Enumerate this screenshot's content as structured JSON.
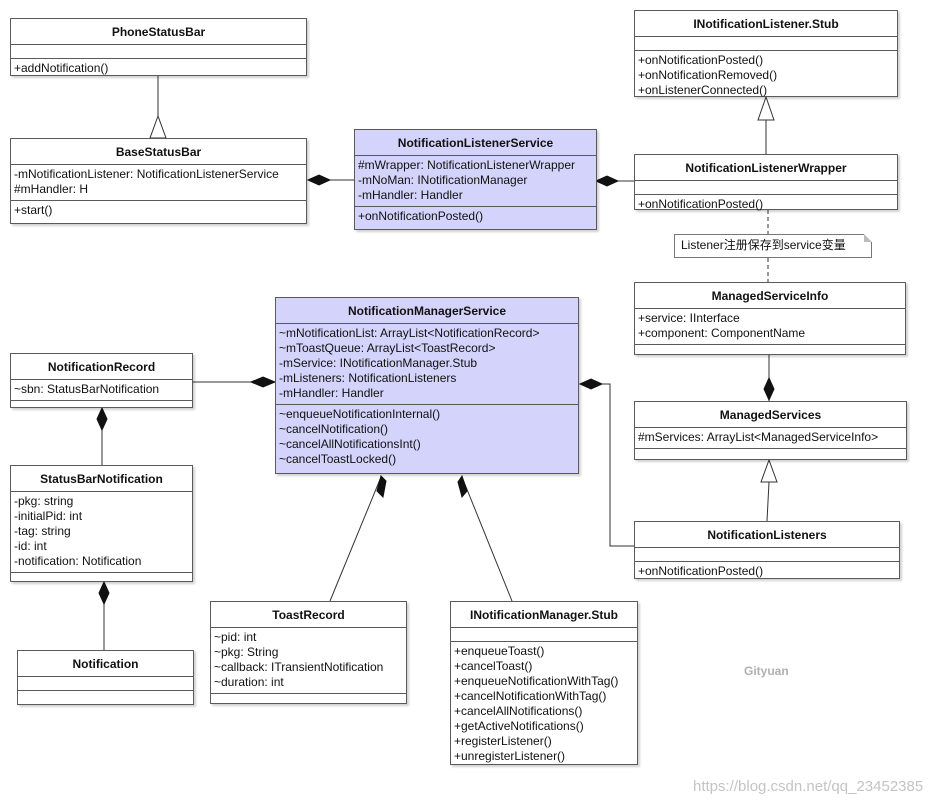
{
  "classes": {
    "phone_status_bar": {
      "name": "PhoneStatusBar",
      "attributes": [],
      "operations": [
        "+addNotification()"
      ]
    },
    "base_status_bar": {
      "name": "BaseStatusBar",
      "attributes": [
        "-mNotificationListener: NotificationListenerService",
        "#mHandler: H"
      ],
      "operations": [
        "+start()"
      ]
    },
    "notification_listener_service": {
      "name": "NotificationListenerService",
      "attributes": [
        "#mWrapper: NotificationListenerWrapper",
        "-mNoMan: INotificationManager",
        "-mHandler: Handler"
      ],
      "operations": [
        "+onNotificationPosted()"
      ]
    },
    "inotification_listener_stub": {
      "name": "INotificationListener.Stub",
      "attributes": [],
      "operations": [
        "+onNotificationPosted()",
        "+onNotificationRemoved()",
        "+onListenerConnected()"
      ]
    },
    "notification_listener_wrapper": {
      "name": "NotificationListenerWrapper",
      "attributes": [],
      "operations": [
        "+onNotificationPosted()"
      ]
    },
    "managed_service_info": {
      "name": "ManagedServiceInfo",
      "attributes": [
        "+service: IInterface",
        "+component: ComponentName"
      ],
      "operations": []
    },
    "notification_manager_service": {
      "name": "NotificationManagerService",
      "attributes": [
        "~mNotificationList: ArrayList<NotificationRecord>",
        "~mToastQueue: ArrayList<ToastRecord>",
        "-mService: INotificationManager.Stub",
        "-mListeners: NotificationListeners",
        "-mHandler: Handler"
      ],
      "operations": [
        "~enqueueNotificationInternal()",
        "~cancelNotification()",
        "~cancelAllNotificationsInt()",
        "~cancelToastLocked()"
      ]
    },
    "notification_record": {
      "name": "NotificationRecord",
      "attributes": [
        "~sbn: StatusBarNotification"
      ],
      "operations": []
    },
    "managed_services": {
      "name": "ManagedServices",
      "attributes": [
        "#mServices: ArrayList<ManagedServiceInfo>"
      ],
      "operations": []
    },
    "status_bar_notification": {
      "name": "StatusBarNotification",
      "attributes": [
        "-pkg: string",
        "-initialPid: int",
        "-tag: string",
        "-id: int",
        "-notification: Notification"
      ],
      "operations": []
    },
    "notification_listeners": {
      "name": "NotificationListeners",
      "attributes": [],
      "operations": [
        "+onNotificationPosted()"
      ]
    },
    "toast_record": {
      "name": "ToastRecord",
      "attributes": [
        "~pid: int",
        "~pkg: String",
        "~callback: ITransientNotification",
        "~duration: int"
      ],
      "operations": []
    },
    "inotification_manager_stub": {
      "name": "INotificationManager.Stub",
      "attributes": [],
      "operations": [
        "+enqueueToast()",
        "+cancelToast()",
        "+enqueueNotificationWithTag()",
        "+cancelNotificationWithTag()",
        "+cancelAllNotifications()",
        "+getActiveNotifications()",
        "+registerListener()",
        "+unregisterListener()"
      ]
    },
    "notification": {
      "name": "Notification",
      "attributes": [],
      "operations": []
    }
  },
  "note": "Listener注册保存到service变量",
  "watermarks": {
    "author": "Gityuan",
    "url": "https://blog.csdn.net/qq_23452385"
  },
  "colors": {
    "highlight": "#d3d3fb",
    "border": "#5a5a5a"
  }
}
